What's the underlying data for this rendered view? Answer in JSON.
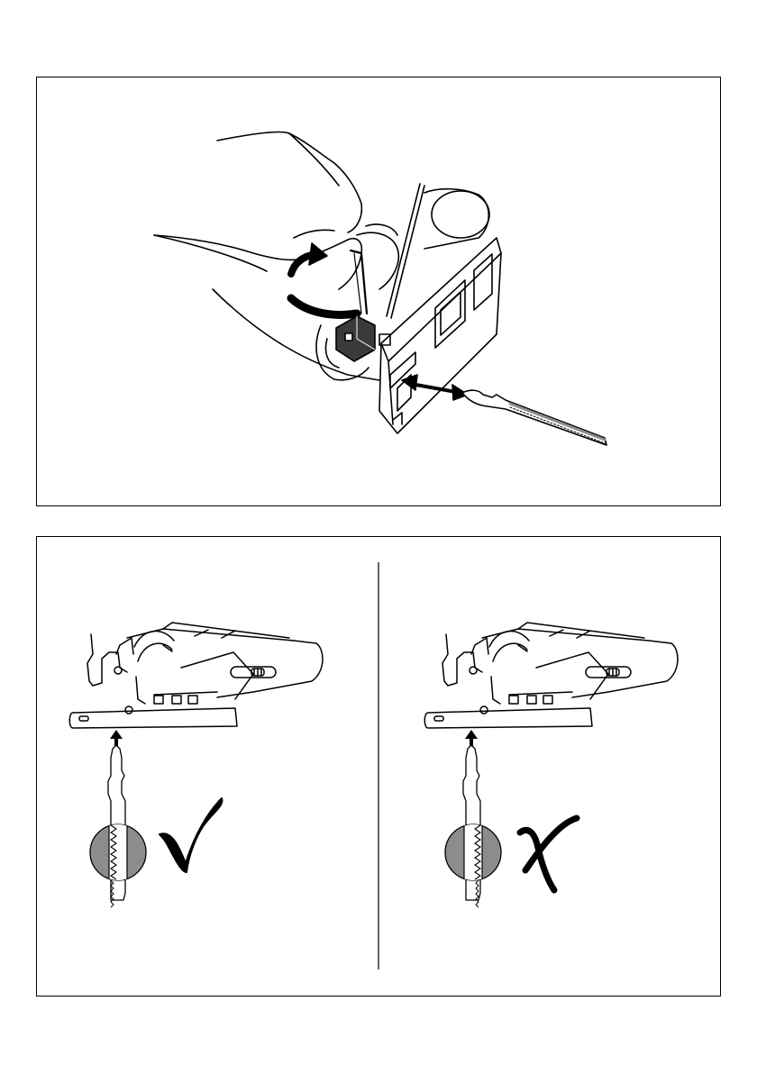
{
  "document": {
    "figures": [
      {
        "id": "blade-install",
        "illustration": "allen-key-loosening-blade-clamp"
      },
      {
        "id": "blade-orientation",
        "panels": [
          {
            "id": "correct",
            "mark": "check-mark-icon",
            "fill": "#8c8c8c"
          },
          {
            "id": "incorrect",
            "mark": "cross-mark-icon",
            "fill": "#8c8c8c"
          }
        ]
      }
    ],
    "colors": {
      "line": "#000000",
      "shade": "#8c8c8c",
      "dark_shade": "#3a3a3a",
      "background": "#ffffff"
    }
  }
}
